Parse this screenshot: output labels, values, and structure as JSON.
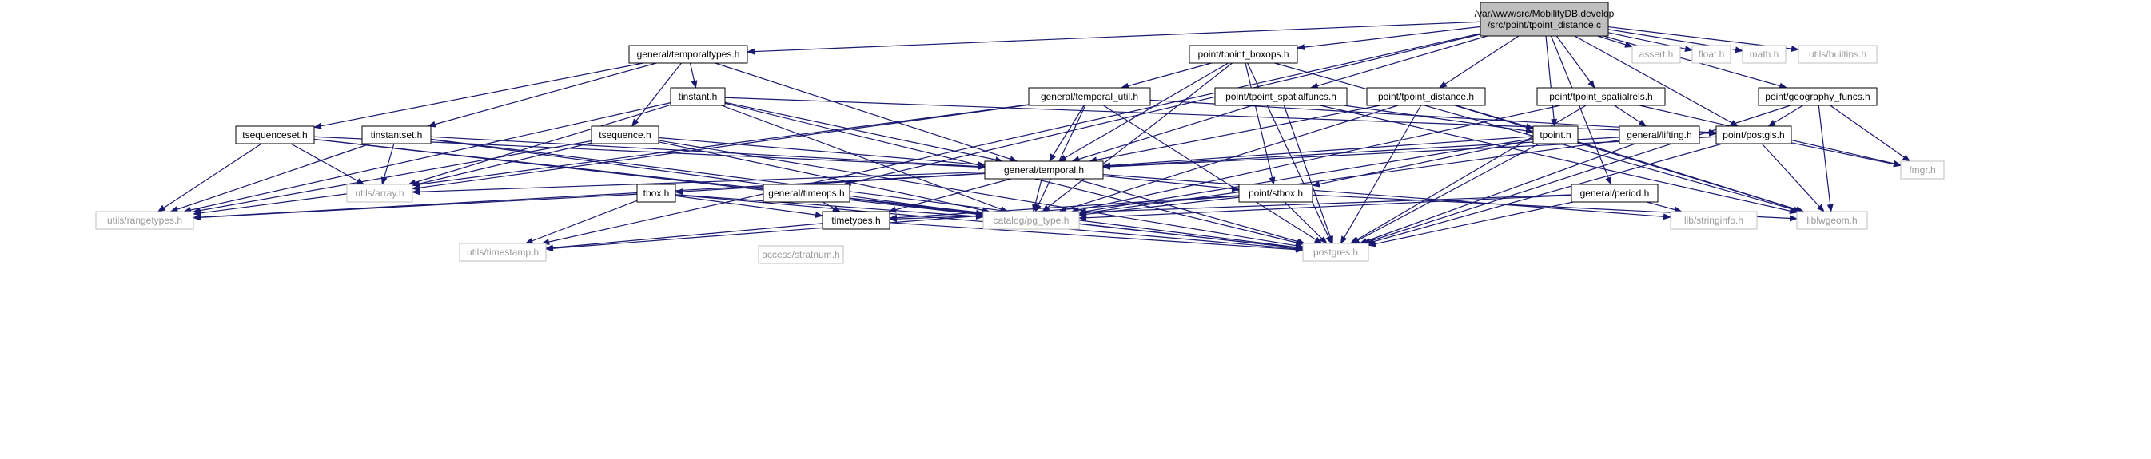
{
  "graph": {
    "title": "",
    "colors": {
      "root_fill": "#bfbfbf",
      "node_border": "#000000",
      "ext_border": "#bfbfbf",
      "text": "#000000",
      "ext_text": "#999999",
      "edge": "#191970"
    },
    "nodes": [
      {
        "id": "root",
        "lines": [
          "/var/www/src/MobilityDB.develop",
          "/src/point/tpoint_distance.c"
        ],
        "kind": "root"
      },
      {
        "id": "temporaltypes",
        "lines": [
          "general/temporaltypes.h"
        ],
        "kind": "normal"
      },
      {
        "id": "tpoint_boxops",
        "lines": [
          "point/tpoint_boxops.h"
        ],
        "kind": "normal"
      },
      {
        "id": "assert",
        "lines": [
          "assert.h"
        ],
        "kind": "external"
      },
      {
        "id": "float",
        "lines": [
          "float.h"
        ],
        "kind": "external"
      },
      {
        "id": "math",
        "lines": [
          "math.h"
        ],
        "kind": "external"
      },
      {
        "id": "builtins",
        "lines": [
          "utils/builtins.h"
        ],
        "kind": "external"
      },
      {
        "id": "tinstant",
        "lines": [
          "tinstant.h"
        ],
        "kind": "normal"
      },
      {
        "id": "temporal_util",
        "lines": [
          "general/temporal_util.h"
        ],
        "kind": "normal"
      },
      {
        "id": "tpoint_spatialfuncs",
        "lines": [
          "point/tpoint_spatialfuncs.h"
        ],
        "kind": "normal"
      },
      {
        "id": "tpoint_distance",
        "lines": [
          "point/tpoint_distance.h"
        ],
        "kind": "normal"
      },
      {
        "id": "tpoint_spatialrels",
        "lines": [
          "point/tpoint_spatialrels.h"
        ],
        "kind": "normal"
      },
      {
        "id": "geography_funcs",
        "lines": [
          "point/geography_funcs.h"
        ],
        "kind": "normal"
      },
      {
        "id": "tsequenceset",
        "lines": [
          "tsequenceset.h"
        ],
        "kind": "normal"
      },
      {
        "id": "tinstantset",
        "lines": [
          "tinstantset.h"
        ],
        "kind": "normal"
      },
      {
        "id": "tsequence",
        "lines": [
          "tsequence.h"
        ],
        "kind": "normal"
      },
      {
        "id": "tpoint",
        "lines": [
          "tpoint.h"
        ],
        "kind": "normal"
      },
      {
        "id": "lifting",
        "lines": [
          "general/lifting.h"
        ],
        "kind": "normal"
      },
      {
        "id": "postgis",
        "lines": [
          "point/postgis.h"
        ],
        "kind": "normal"
      },
      {
        "id": "temporal",
        "lines": [
          "general/temporal.h"
        ],
        "kind": "normal"
      },
      {
        "id": "fmgr",
        "lines": [
          "fmgr.h"
        ],
        "kind": "external"
      },
      {
        "id": "array",
        "lines": [
          "utils/array.h"
        ],
        "kind": "external"
      },
      {
        "id": "tbox",
        "lines": [
          "tbox.h"
        ],
        "kind": "normal"
      },
      {
        "id": "timeops",
        "lines": [
          "general/timeops.h"
        ],
        "kind": "normal"
      },
      {
        "id": "stbox",
        "lines": [
          "point/stbox.h"
        ],
        "kind": "normal"
      },
      {
        "id": "period",
        "lines": [
          "general/period.h"
        ],
        "kind": "normal"
      },
      {
        "id": "rangetypes",
        "lines": [
          "utils/rangetypes.h"
        ],
        "kind": "external"
      },
      {
        "id": "pg_type",
        "lines": [
          "catalog/pg_type.h"
        ],
        "kind": "external"
      },
      {
        "id": "stringinfo",
        "lines": [
          "lib/stringinfo.h"
        ],
        "kind": "external"
      },
      {
        "id": "liblwgeom",
        "lines": [
          "liblwgeom.h"
        ],
        "kind": "external"
      },
      {
        "id": "timetypes",
        "lines": [
          "timetypes.h"
        ],
        "kind": "normal"
      },
      {
        "id": "timestamp",
        "lines": [
          "utils/timestamp.h"
        ],
        "kind": "external"
      },
      {
        "id": "stratnum",
        "lines": [
          "access/stratnum.h"
        ],
        "kind": "external"
      },
      {
        "id": "postgres",
        "lines": [
          "postgres.h"
        ],
        "kind": "external"
      }
    ],
    "edges": [
      [
        "root",
        "temporaltypes"
      ],
      [
        "root",
        "tpoint_boxops"
      ],
      [
        "root",
        "assert"
      ],
      [
        "root",
        "float"
      ],
      [
        "root",
        "math"
      ],
      [
        "root",
        "builtins"
      ],
      [
        "root",
        "tpoint_spatialfuncs"
      ],
      [
        "root",
        "tpoint_distance"
      ],
      [
        "root",
        "tpoint_spatialrels"
      ],
      [
        "root",
        "geography_funcs"
      ],
      [
        "root",
        "tpoint"
      ],
      [
        "root",
        "postgis"
      ],
      [
        "root",
        "timeops"
      ],
      [
        "root",
        "period"
      ],
      [
        "root",
        "timestamp"
      ],
      [
        "temporaltypes",
        "tinstant"
      ],
      [
        "temporaltypes",
        "tsequenceset"
      ],
      [
        "temporaltypes",
        "tinstantset"
      ],
      [
        "temporaltypes",
        "tsequence"
      ],
      [
        "temporaltypes",
        "temporal"
      ],
      [
        "tpoint_boxops",
        "temporal_util"
      ],
      [
        "tpoint_boxops",
        "temporal"
      ],
      [
        "tpoint_boxops",
        "stbox"
      ],
      [
        "tpoint_boxops",
        "pg_type"
      ],
      [
        "tpoint_boxops",
        "postgres"
      ],
      [
        "tpoint_boxops",
        "liblwgeom"
      ],
      [
        "tinstant",
        "temporal"
      ],
      [
        "tinstant",
        "postgis"
      ],
      [
        "tinstant",
        "array"
      ],
      [
        "tinstant",
        "rangetypes"
      ],
      [
        "tinstant",
        "pg_type"
      ],
      [
        "tinstant",
        "postgres"
      ],
      [
        "temporal_util",
        "temporal"
      ],
      [
        "temporal_util",
        "array"
      ],
      [
        "temporal_util",
        "pg_type"
      ],
      [
        "temporal_util",
        "postgres"
      ],
      [
        "temporal_util",
        "postgis"
      ],
      [
        "temporal_util",
        "rangetypes"
      ],
      [
        "tpoint_spatialfuncs",
        "tpoint"
      ],
      [
        "tpoint_spatialfuncs",
        "temporal"
      ],
      [
        "tpoint_spatialfuncs",
        "postgres"
      ],
      [
        "tpoint_spatialfuncs",
        "liblwgeom"
      ],
      [
        "tpoint_distance",
        "tpoint"
      ],
      [
        "tpoint_distance",
        "temporal"
      ],
      [
        "tpoint_distance",
        "pg_type"
      ],
      [
        "tpoint_distance",
        "liblwgeom"
      ],
      [
        "tpoint_distance",
        "postgres"
      ],
      [
        "tpoint_spatialrels",
        "lifting"
      ],
      [
        "tpoint_spatialrels",
        "pg_type"
      ],
      [
        "tpoint_spatialrels",
        "fmgr"
      ],
      [
        "tpoint_spatialrels",
        "postgres"
      ],
      [
        "geography_funcs",
        "postgis"
      ],
      [
        "geography_funcs",
        "fmgr"
      ],
      [
        "geography_funcs",
        "liblwgeom"
      ],
      [
        "geography_funcs",
        "postgres"
      ],
      [
        "tsequenceset",
        "temporal"
      ],
      [
        "tsequenceset",
        "array"
      ],
      [
        "tsequenceset",
        "rangetypes"
      ],
      [
        "tsequenceset",
        "pg_type"
      ],
      [
        "tsequenceset",
        "postgres"
      ],
      [
        "tinstantset",
        "temporal"
      ],
      [
        "tinstantset",
        "array"
      ],
      [
        "tinstantset",
        "rangetypes"
      ],
      [
        "tinstantset",
        "pg_type"
      ],
      [
        "tinstantset",
        "postgres"
      ],
      [
        "tsequence",
        "temporal"
      ],
      [
        "tsequence",
        "array"
      ],
      [
        "tsequence",
        "rangetypes"
      ],
      [
        "tsequence",
        "pg_type"
      ],
      [
        "tsequence",
        "postgres"
      ],
      [
        "tpoint",
        "temporal"
      ],
      [
        "tpoint",
        "stbox"
      ],
      [
        "tpoint",
        "pg_type"
      ],
      [
        "tpoint",
        "postgres"
      ],
      [
        "tpoint",
        "liblwgeom"
      ],
      [
        "lifting",
        "temporal"
      ],
      [
        "lifting",
        "pg_type"
      ],
      [
        "lifting",
        "postgres"
      ],
      [
        "postgis",
        "temporal"
      ],
      [
        "postgis",
        "fmgr"
      ],
      [
        "postgis",
        "liblwgeom"
      ],
      [
        "postgis",
        "postgres"
      ],
      [
        "temporal",
        "array"
      ],
      [
        "temporal",
        "tbox"
      ],
      [
        "temporal",
        "stbox"
      ],
      [
        "temporal",
        "rangetypes"
      ],
      [
        "temporal",
        "pg_type"
      ],
      [
        "temporal",
        "timetypes"
      ],
      [
        "temporal",
        "stringinfo"
      ],
      [
        "temporal",
        "postgres"
      ],
      [
        "tbox",
        "rangetypes"
      ],
      [
        "tbox",
        "timetypes"
      ],
      [
        "tbox",
        "pg_type"
      ],
      [
        "tbox",
        "postgres"
      ],
      [
        "tbox",
        "timestamp"
      ],
      [
        "timeops",
        "timetypes"
      ],
      [
        "timeops",
        "pg_type"
      ],
      [
        "timeops",
        "postgres"
      ],
      [
        "stbox",
        "timetypes"
      ],
      [
        "stbox",
        "pg_type"
      ],
      [
        "stbox",
        "postgres"
      ],
      [
        "stbox",
        "liblwgeom"
      ],
      [
        "stbox",
        "timestamp"
      ],
      [
        "period",
        "timetypes"
      ],
      [
        "period",
        "pg_type"
      ],
      [
        "period",
        "stringinfo"
      ],
      [
        "period",
        "postgres"
      ],
      [
        "timetypes",
        "timestamp"
      ],
      [
        "timetypes",
        "postgres"
      ]
    ]
  }
}
